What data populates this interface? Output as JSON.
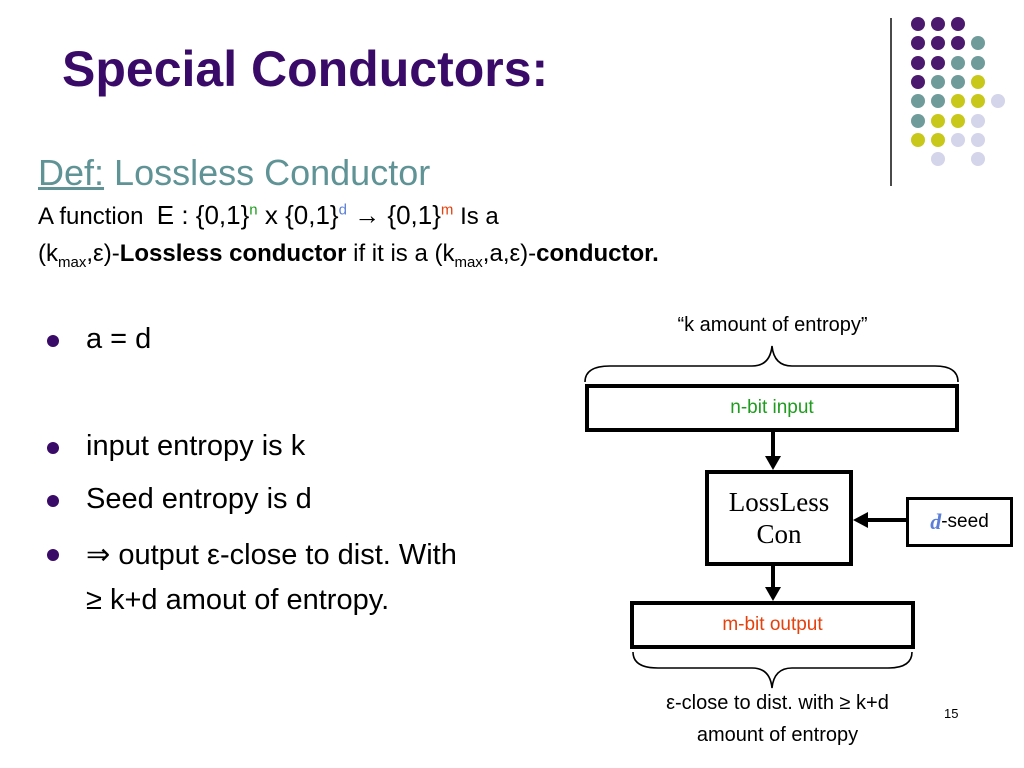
{
  "title": "Special Conductors:",
  "definition": {
    "prefix": "Def:",
    "name": "Lossless Conductor",
    "function_intro": "A function",
    "fn_E": "E : {0,1}",
    "sup_n": "n",
    "fn_x": " x {0,1}",
    "sup_d": "d",
    "fn_arrow": " → {0,1}",
    "sup_m": "m",
    "fn_is": " Is a",
    "lc_open": "(k",
    "sub_max": "max",
    "lc_eps": ",ε)-",
    "lc_bold": "Lossless conductor",
    "lc_mid": " if it is a (k",
    "sub_max2": "max",
    "lc_aeps": ",a,ε)-",
    "lc_bold2": "conductor."
  },
  "bullets": [
    "a = d",
    "input entropy is k",
    "Seed entropy is d",
    "⇒ output ε-close to dist. With",
    "≥ k+d amout of entropy."
  ],
  "diagram": {
    "top_caption": "“k amount of entropy”",
    "input_label": "n-bit input",
    "con_line1": "LossLess",
    "con_line2": "Con",
    "seed_d": "d",
    "seed_label": "-seed",
    "output_label": "m-bit output",
    "bottom_caption_line1": "ε-close to dist. with ≥ k+d",
    "bottom_caption_line2": "amount of entropy"
  },
  "slide_number": "15",
  "colors": {
    "title": "#3a0a68",
    "def_teal": "#5f9395",
    "input_green": "#1e9c1e",
    "output_red": "#e5410d",
    "seed_blue": "#5b7fd8",
    "dot_purple": "#4b1a6e",
    "dot_teal": "#6f9c9b",
    "dot_yellow": "#c8c81a",
    "dot_lavender": "#d4d4ea"
  }
}
